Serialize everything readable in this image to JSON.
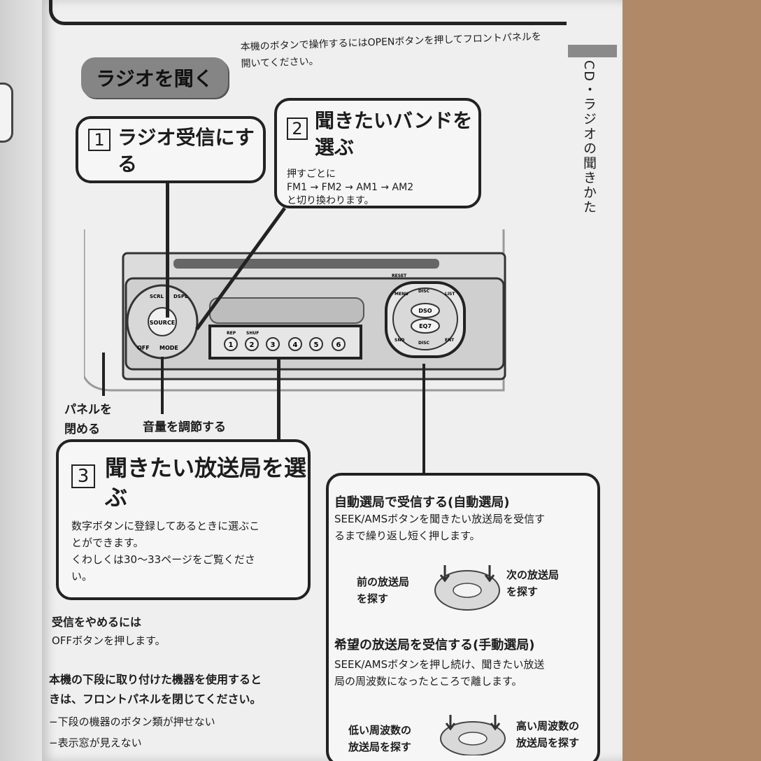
{
  "sidebar": {
    "chapter": "CD・ラジオの聞きかた"
  },
  "section": {
    "title": "ラジオを聞く",
    "intro": "本機のボタンで操作するにはOPENボタンを押してフロントパネルを開いてください。"
  },
  "step1": {
    "number": "1",
    "title": "ラジオ受信にする"
  },
  "step2": {
    "number": "2",
    "title": "聞きたいバンドを選ぶ",
    "line1": "押すごとに",
    "line2": "FM1 → FM2 → AM1 → AM2",
    "line3": "と切り換わります。"
  },
  "step3": {
    "number": "3",
    "title": "聞きたい放送局を選ぶ",
    "line1": "数字ボタンに登録してあるときに選ぶこ",
    "line2": "とができます。",
    "line3": "くわしくは30〜33ページをご覧くださ",
    "line4": "い。"
  },
  "device": {
    "callouts": {
      "close_panel_1": "パネルを",
      "close_panel_2": "閉める",
      "volume": "音量を調節する"
    },
    "buttons": {
      "scrl": "SCRL",
      "dspl": "DSPL",
      "source": "SOURCE",
      "off": "OFF",
      "mode": "MODE",
      "reset": "RESET",
      "menu": "MENU",
      "list": "LIST",
      "disc_plus": "DISC",
      "disc_minus": "DISC",
      "dso": "DSO",
      "eq7": "EQ7",
      "rep": "REP",
      "shuf": "SHUF",
      "ent": "ENT",
      "snd": "SND"
    },
    "presets": [
      "1",
      "2",
      "3",
      "4",
      "5",
      "6"
    ]
  },
  "auto": {
    "title": "自動選局で受信する(自動選局)",
    "line1": "SEEK/AMSボタンを聞きたい放送局を受信す",
    "line2": "るまで繰り返し短く押します。",
    "prev1": "前の放送局",
    "prev2": "を探す",
    "next1": "次の放送局",
    "next2": "を探す"
  },
  "manual": {
    "title": "希望の放送局を受信する(手動選局)",
    "line1": "SEEK/AMSボタンを押し続け、聞きたい放送",
    "line2": "局の周波数になったところで離します。",
    "low1": "低い周波数の",
    "low2": "放送局を探す",
    "high1": "高い周波数の",
    "high2": "放送局を探す"
  },
  "notes": {
    "stop_title": "受信をやめるには",
    "stop_text": "OFFボタンを押します。",
    "lower_title1": "本機の下段に取り付けた機器を使用すると",
    "lower_title2": "きは、フロントパネルを閉じてください。",
    "lower_item1": "−下段の機器のボタン類が押せない",
    "lower_item2": "−表示窓が見えない"
  },
  "colors": {
    "paper": "#efefef",
    "pill": "#858585",
    "desk": "#b08a68",
    "ink": "#1c1c1c"
  }
}
